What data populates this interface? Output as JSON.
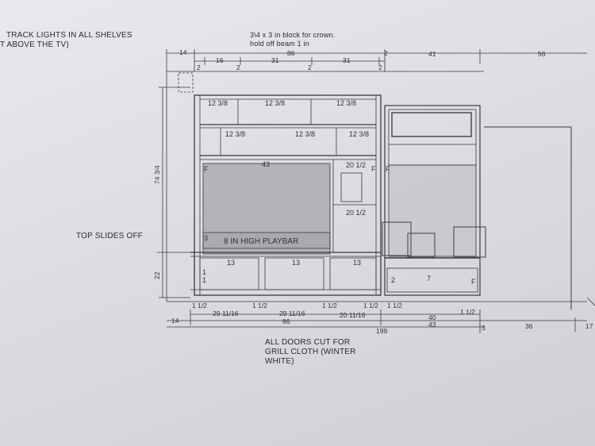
{
  "notes": {
    "track_lights_line1": "TRACK LIGHTS IN ALL SHELVES",
    "track_lights_line2": "T ABOVE THE TV)",
    "crown_line1": "3\\4 x 3 in block for crown.",
    "crown_line2": "hold off beam 1 in",
    "top_slides": "TOP SLIDES OFF",
    "doors_line1": "ALL DOORS CUT FOR",
    "doors_line2": "GRILL CLOTH (WINTER",
    "doors_line3": "WHITE)"
  },
  "top_dims": {
    "d14": "14",
    "d86": "86",
    "d16": "16",
    "d31a": "31",
    "d31b": "31",
    "d41": "41",
    "d56": "56",
    "d2a": "2",
    "d2b": "2",
    "d2c": "2",
    "d2d": "2",
    "d2e": "2"
  },
  "side_dims": {
    "height_total": "74 3/4",
    "height_base": "22"
  },
  "shelf_labels": {
    "s1": "12 3/8",
    "s2": "12 3/8",
    "s3": "12 3/8",
    "s4": "12 3/8",
    "s5": "12 3/8",
    "s6": "12 3/8"
  },
  "tv": {
    "width": "43",
    "letter_f1": "F",
    "letter_f2": "F",
    "letter_f3": "F",
    "side_top": "20 1/2",
    "side_bottom": "20 1/2",
    "playbar_num": "3",
    "playbar": "8 IN HIGH PLAYBAR"
  },
  "base": {
    "d13a": "13",
    "d13b": "13",
    "d13c": "13",
    "d1a": "1",
    "d1b": "1",
    "d2": "2",
    "d7": "7",
    "dF": "F"
  },
  "bottom_dims": {
    "r1_a": "1 1/2",
    "r1_b": "1 1/2",
    "r1_c": "1 1/2",
    "r1_d": "1 1/2",
    "r1_e": "1 1/2",
    "r1_f": "1 1/2",
    "r2_a": "29 11/16",
    "r2_b": "29 11/16",
    "r2_c": "20 11/16",
    "r2_d": "40",
    "r3_a": "86",
    "r3_b": "43",
    "r3_c": "3",
    "r4_a": "14",
    "r4_b": "199",
    "r4_c": "36",
    "r4_d": "17"
  }
}
